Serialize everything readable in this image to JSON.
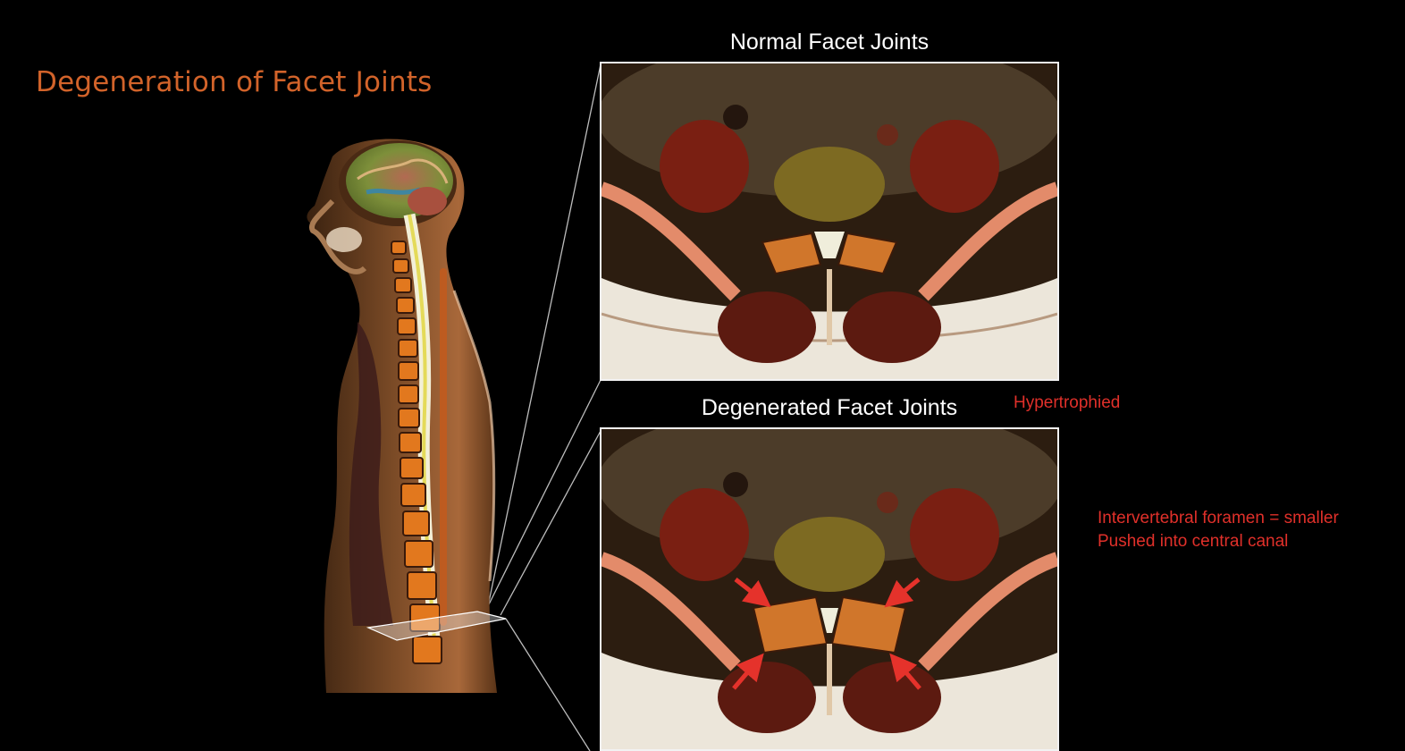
{
  "title": "Degeneration of Facet Joints",
  "panels": {
    "normal": {
      "caption": "Normal Facet Joints"
    },
    "degenerated": {
      "caption": "Degenerated Facet Joints"
    }
  },
  "annotations": {
    "hypertrophied": "Hypertrophied",
    "foramen_line1": "Intervertebral foramen = smaller",
    "foramen_line2": "Pushed into central canal"
  },
  "colors": {
    "title": "#d2632a",
    "annotation": "#e0302a",
    "arrow": "#e5322b",
    "panel_border": "#f2f2f2"
  },
  "icons": {
    "arrow": "red-arrow-icon"
  }
}
